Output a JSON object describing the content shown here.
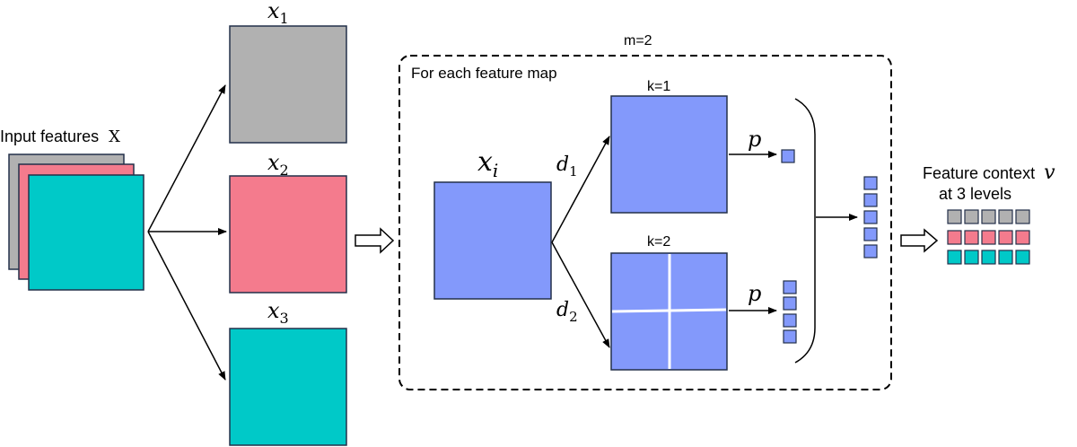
{
  "colors": {
    "gray": "#b1b1b1",
    "pink": "#f47b8d",
    "teal": "#00c9c8",
    "blue": "#8399fb",
    "stroke": "#23304a"
  },
  "labels": {
    "input_features": "Input features",
    "input_symbol": "X",
    "x1_base": "x",
    "x1_sub": "1",
    "x2_base": "x",
    "x2_sub": "2",
    "x3_base": "x",
    "x3_sub": "3",
    "m_label": "m=2",
    "for_each": "For each feature map",
    "xi_base": "x",
    "xi_sub": "i",
    "k1": "k=1",
    "k2": "k=2",
    "d1_base": "d",
    "d1_sub": "1",
    "d2_base": "d",
    "d2_sub": "2",
    "p_top": "p",
    "p_bottom": "p",
    "feature_context": "Feature context",
    "v_symbol": "v",
    "at_levels": "at 3 levels"
  }
}
